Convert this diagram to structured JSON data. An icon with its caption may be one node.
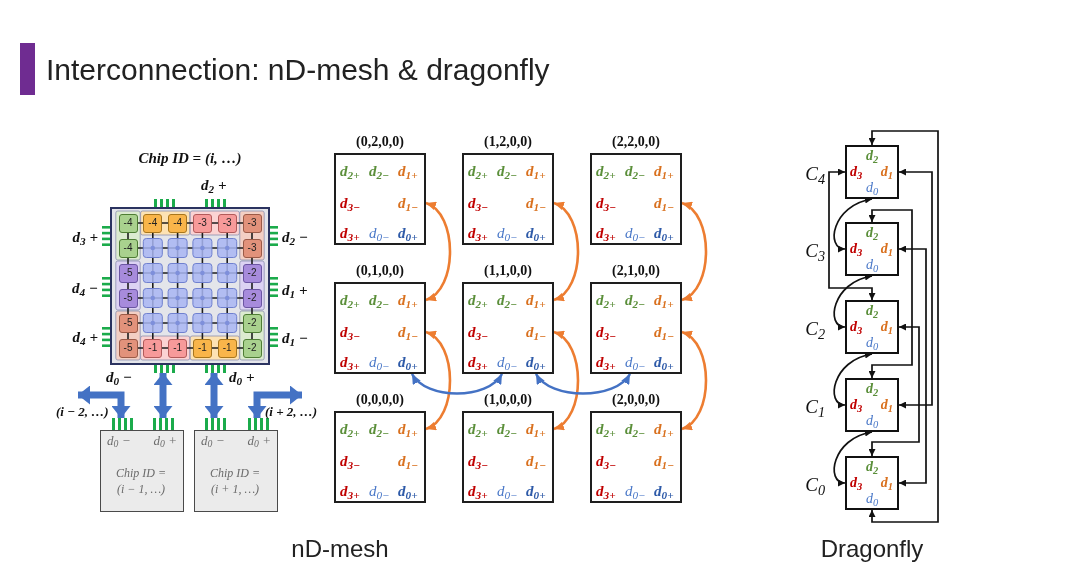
{
  "diagram": {
    "title": "Interconnection: nD-mesh & dragonfly",
    "nodes": [
      {
        "text": [],
        "shape": "box"
      },
      {
        "text": [
          "-4"
        ],
        "in": 0
      },
      {
        "text": [
          "-4"
        ],
        "in": 0
      },
      {
        "text": [
          "-4"
        ],
        "in": 0
      },
      {
        "text": [
          "-3"
        ],
        "in": 0
      },
      {
        "text": [
          "-3"
        ],
        "in": 0
      },
      {
        "text": [
          "-3"
        ],
        "in": 0
      },
      {
        "text": [
          "-4"
        ],
        "in": 0
      },
      {
        "text": [
          "-3"
        ],
        "in": 0
      },
      {
        "text": [
          "-5"
        ],
        "in": 0
      },
      {
        "text": [
          "-2"
        ],
        "in": 0
      },
      {
        "text": [
          "-5"
        ],
        "in": 0
      },
      {
        "text": [
          "-2"
        ],
        "in": 0
      },
      {
        "text": [
          "-5"
        ],
        "in": 0
      },
      {
        "text": [
          "-2"
        ],
        "in": 0
      },
      {
        "text": [
          "-5"
        ],
        "in": 0
      },
      {
        "text": [
          "-1"
        ],
        "in": 0
      },
      {
        "text": [
          "-1"
        ],
        "in": 0
      },
      {
        "text": [
          "-1"
        ],
        "in": 0
      },
      {
        "text": [
          "-1"
        ],
        "in": 0
      },
      {
        "text": [
          "-2"
        ],
        "in": 0
      },
      {
        "text": [
          "d$_{0}$ −",
          "d$_{0}$ +",
          "Chip ID = (i − 1, …)"
        ]
      },
      {
        "text": [
          "d$_{0}$ −",
          "d$_{0}$ +",
          "Chip ID = (i + 1, …)"
        ]
      },
      {
        "text": [
          "(0,2,0,0)",
          "d$_{2+}$",
          "d$_{2−}$",
          "d$_{1+}$",
          "d$_{3−}$",
          "d$_{1−}$",
          "d$_{3+}$",
          "d$_{0−}$",
          "d$_{0+}$"
        ]
      },
      {
        "text": [
          "(1,2,0,0)",
          "d$_{2+}$",
          "d$_{2−}$",
          "d$_{1+}$",
          "d$_{3−}$",
          "d$_{1−}$",
          "d$_{3+}$",
          "d$_{0−}$",
          "d$_{0+}$"
        ]
      },
      {
        "text": [
          "(2,2,0,0)",
          "d$_{2+}$",
          "d$_{2−}$",
          "d$_{1+}$",
          "d$_{3−}$",
          "d$_{1−}$",
          "d$_{3+}$",
          "d$_{0−}$",
          "d$_{0+}$"
        ]
      },
      {
        "text": [
          "(0,1,0,0)",
          "d$_{2+}$",
          "d$_{2−}$",
          "d$_{1+}$",
          "d$_{3−}$",
          "d$_{1−}$",
          "d$_{3+}$",
          "d$_{0−}$",
          "d$_{0+}$"
        ]
      },
      {
        "text": [
          "(1,1,0,0)",
          "d$_{2+}$",
          "d$_{2−}$",
          "d$_{1+}$",
          "d$_{3−}$",
          "d$_{1−}$",
          "d$_{3+}$",
          "d$_{0−}$",
          "d$_{0+}$"
        ]
      },
      {
        "text": [
          "(2,1,0,0)",
          "d$_{2+}$",
          "d$_{2−}$",
          "d$_{1+}$",
          "d$_{3−}$",
          "d$_{1−}$",
          "d$_{3+}$",
          "d$_{0−}$",
          "d$_{0+}$"
        ]
      },
      {
        "text": [
          "(0,0,0,0)",
          "d$_{2+}$",
          "d$_{2−}$",
          "d$_{1+}$",
          "d$_{3−}$",
          "d$_{1−}$",
          "d$_{3+}$",
          "d$_{0−}$",
          "d$_{0+}$"
        ]
      },
      {
        "text": [
          "(1,0,0,0)",
          "d$_{2+}$",
          "d$_{2−}$",
          "d$_{1+}$",
          "d$_{3−}$",
          "d$_{1−}$",
          "d$_{3+}$",
          "d$_{0−}$",
          "d$_{0+}$"
        ]
      },
      {
        "text": [
          "(2,0,0,0)",
          "d$_{2+}$",
          "d$_{2−}$",
          "d$_{1+}$",
          "d$_{3−}$",
          "d$_{1−}$",
          "d$_{3+}$",
          "d$_{0−}$",
          "d$_{0+}$"
        ]
      },
      {
        "text": [
          "d$_{2}$",
          "d$_{3}$",
          "d$_{1}$",
          "d$_{0}$"
        ],
        "beside": [
          "C$_{4}$"
        ]
      },
      {
        "text": [
          "d$_{2}$",
          "d$_{3}$",
          "d$_{1}$",
          "d$_{0}$"
        ],
        "beside": [
          "C$_{3}$"
        ]
      },
      {
        "text": [
          "d$_{2}$",
          "d$_{3}$",
          "d$_{1}$",
          "d$_{0}$"
        ],
        "beside": [
          "C$_{2}$"
        ]
      },
      {
        "text": [
          "d$_{2}$",
          "d$_{3}$",
          "d$_{1}$",
          "d$_{0}$"
        ],
        "beside": [
          "C$_{1}$"
        ]
      },
      {
        "text": [
          "d$_{2}$",
          "d$_{3}$",
          "d$_{1}$",
          "d$_{0}$"
        ],
        "beside": [
          "C$_{0}$"
        ]
      },
      {
        "text": [
          "(i − 2, …)"
        ]
      },
      {
        "text": [
          "(i + 2, …)"
        ]
      }
    ],
    "edges": [
      {
        "from": 0,
        "to": 21,
        "arrow": "both",
        "style": "thick",
        "color": "#4472c4"
      },
      {
        "from": 0,
        "to": 22,
        "arrow": "both",
        "style": "thick",
        "color": "#4472c4"
      },
      {
        "from": 21,
        "to": 37,
        "arrow": "both",
        "style": "thick",
        "color": "#4472c4"
      },
      {
        "from": 22,
        "to": 38,
        "arrow": "both",
        "style": "thick",
        "color": "#4472c4"
      },
      {
        "from": 23,
        "to": 26,
        "arrow": "both",
        "color": "#ed7d31"
      },
      {
        "from": 26,
        "to": 29,
        "arrow": "both",
        "color": "#ed7d31"
      },
      {
        "from": 24,
        "to": 27,
        "arrow": "both",
        "color": "#ed7d31"
      },
      {
        "from": 27,
        "to": 30,
        "arrow": "both",
        "color": "#ed7d31"
      },
      {
        "from": 25,
        "to": 28,
        "arrow": "both",
        "color": "#ed7d31"
      },
      {
        "from": 28,
        "to": 31,
        "arrow": "both",
        "color": "#ed7d31"
      },
      {
        "from": 26,
        "to": 27,
        "arrow": "both",
        "color": "#4472c4"
      },
      {
        "from": 27,
        "to": 28,
        "arrow": "both",
        "color": "#4472c4"
      },
      {
        "from": 32,
        "to": 33,
        "arrow": "both"
      },
      {
        "from": 33,
        "to": 34,
        "arrow": "both"
      },
      {
        "from": 34,
        "to": 35,
        "arrow": "both"
      },
      {
        "from": 35,
        "to": 36,
        "arrow": "both"
      },
      {
        "from": 32,
        "to": 34,
        "arrow": "both"
      },
      {
        "from": 32,
        "to": 36,
        "arrow": "both"
      },
      {
        "from": 32,
        "to": 35,
        "arrow": "both"
      },
      {
        "from": 33,
        "to": 35,
        "arrow": "both"
      },
      {
        "from": 33,
        "to": 36,
        "arrow": "both"
      },
      {
        "from": 34,
        "to": 36,
        "arrow": "both"
      }
    ],
    "labels": [
      "Chip ID = (i, …)",
      "d$_{2}$ +",
      "d$_{3}$ +",
      "d$_{2}$ −",
      "d$_{4}$ −",
      "d$_{1}$ +",
      "d$_{4}$ +",
      "d$_{1}$ −",
      "d$_{0}$ −",
      "d$_{0}$ +",
      "nD-mesh",
      "Dragonfly"
    ]
  }
}
